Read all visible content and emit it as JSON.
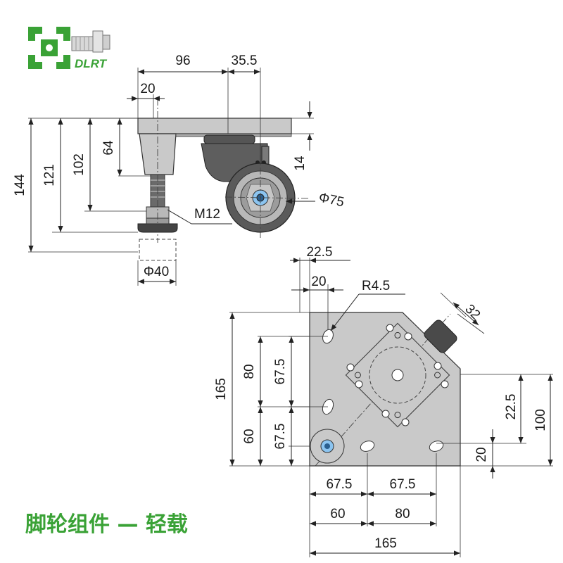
{
  "logo": {
    "text": "DLRT",
    "color": "#3aa236"
  },
  "caption": "脚轮组件 — 轻载",
  "side_view": {
    "dims": {
      "width_96": "96",
      "width_35_5": "35.5",
      "width_20": "20",
      "height_144": "144",
      "height_121": "121",
      "height_102": "102",
      "height_64": "64",
      "height_14": "14",
      "wheel_dia": "Φ75",
      "thread": "M12",
      "pad_dia": "Φ40"
    }
  },
  "plan_view": {
    "dims": {
      "top_22_5": "22.5",
      "top_20": "20",
      "radius": "R4.5",
      "caster_32": "32",
      "left_165": "165",
      "left_80": "80",
      "left_67_5_a": "67.5",
      "left_60": "60",
      "left_67_5_b": "67.5",
      "right_22_5": "22.5",
      "right_100": "100",
      "right_20": "20",
      "bottom_67_5_a": "67.5",
      "bottom_67_5_b": "67.5",
      "bottom_60": "60",
      "bottom_80": "80",
      "bottom_165": "165"
    }
  },
  "colors": {
    "plate": "#c9c9c9",
    "dark": "#4a4a4a",
    "wheel": "#5a5a5a",
    "hub": "#b8b8b8",
    "logo": "#3aa236"
  }
}
